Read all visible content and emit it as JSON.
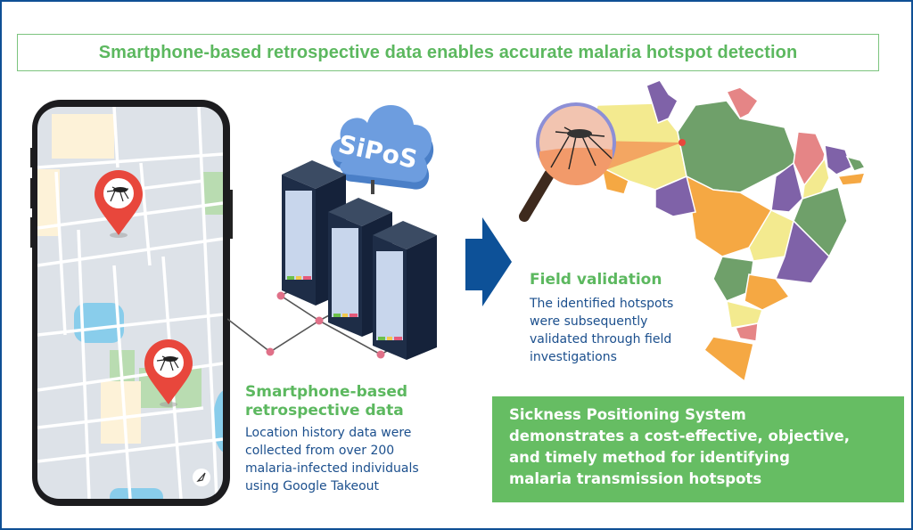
{
  "title": "Smartphone-based retrospective data enables accurate malaria hotspot detection",
  "cloud_label": "SiPoS",
  "step1": {
    "heading_line1": "Smartphone-based",
    "heading_line2": "retrospective data",
    "body_lines": [
      "Location history data were",
      "collected from over 200",
      "malaria-infected individuals",
      "using Google Takeout"
    ]
  },
  "step2": {
    "heading": "Field validation",
    "body_lines": [
      "The identified hotspots",
      "were subsequently",
      "validated through field",
      "investigations"
    ]
  },
  "conclusion": {
    "lines": [
      "Sickness Positioning System",
      "demonstrates a cost-effective, objective,",
      "and timely method for identifying",
      "malaria transmission hotspots"
    ]
  },
  "colors": {
    "frame_border": "#0f4f95",
    "accent_green": "#5cb85f",
    "conclusion_bg": "#66bd63",
    "body_blue": "#1b4f8d",
    "pin_red": "#e8473c",
    "arrow_blue": "#0d5198",
    "cloud_blue": "#5b8fd4"
  },
  "icons": {
    "phone": "smartphone-map-icon",
    "pin": "map-pin-mosquito-icon",
    "cloud": "cloud-icon",
    "server": "server-rack-icon",
    "arrow": "right-arrow-icon",
    "magnifier": "magnifying-glass-icon",
    "map": "brazil-map-icon"
  }
}
